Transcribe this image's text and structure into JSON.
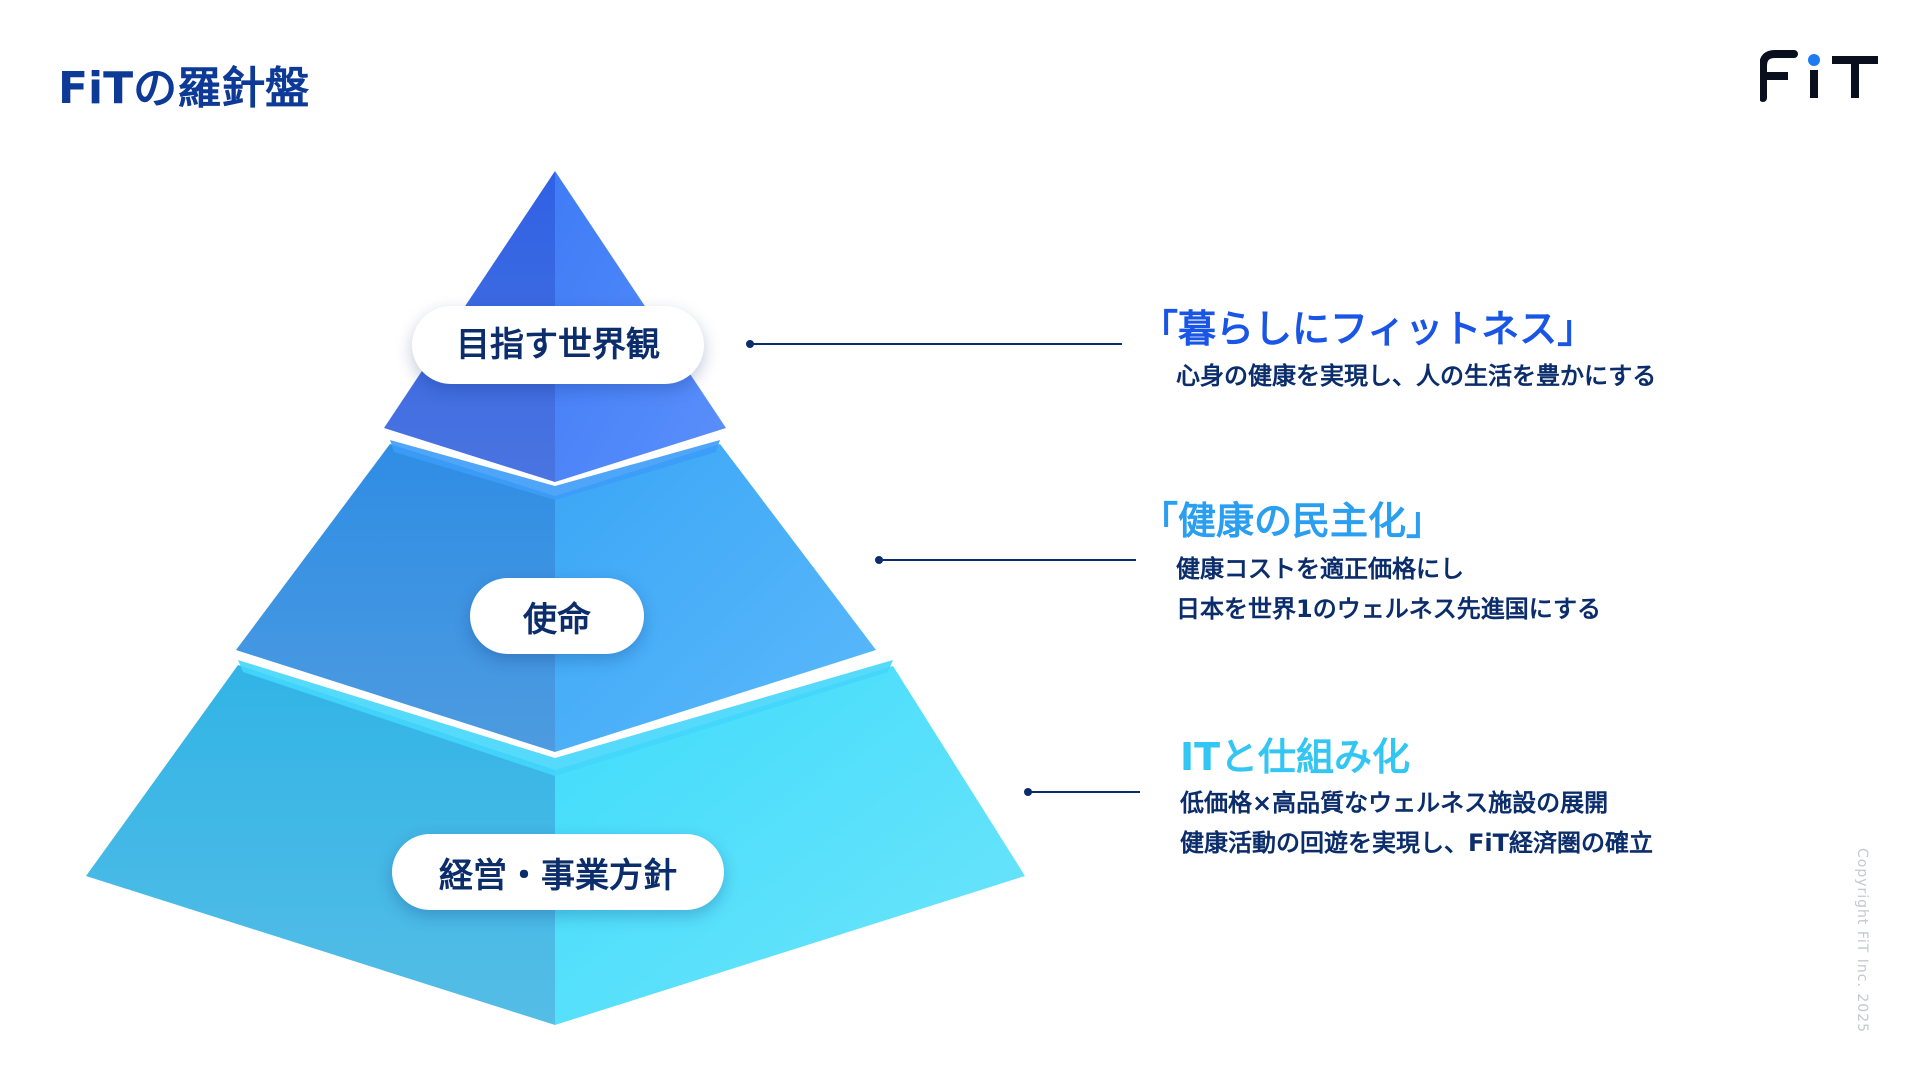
{
  "header": {
    "title": "FiTの羅針盤",
    "logo_text": "FiT"
  },
  "pyramid": {
    "top_label": "目指す世界観",
    "middle_label": "使命",
    "bottom_label": "経営・事業方針"
  },
  "items": [
    {
      "heading": "「暮らしにフィットネス」",
      "heading_color": "#1a56e6",
      "lines": [
        "心身の健康を実現し、人の生活を豊かにする"
      ]
    },
    {
      "heading": "「健康の民主化」",
      "heading_color": "#2a9ef0",
      "lines": [
        "健康コストを適正価格にし",
        "日本を世界1のウェルネス先進国にする"
      ]
    },
    {
      "heading": "ITと仕組み化",
      "heading_color": "#33c6f2",
      "lines": [
        "低価格×高品質なウェルネス施設の展開",
        "健康活動の回遊を実現し、FiT経済圏の確立"
      ]
    }
  ],
  "footer": {
    "copyright": "Copyright FiT Inc. 2025"
  },
  "colors": {
    "title": "#0c3a96",
    "text_dark": "#0c2d6b"
  }
}
